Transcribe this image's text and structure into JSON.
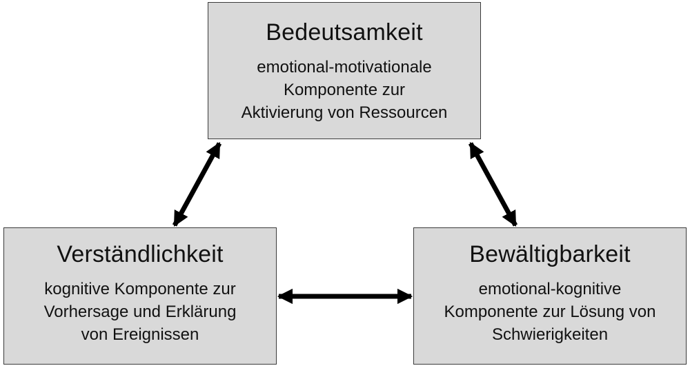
{
  "diagram": {
    "nodes": {
      "top": {
        "title": "Bedeutsamkeit",
        "lines": [
          "emotional-motivationale",
          "Komponente zur",
          "Aktivierung von Ressourcen"
        ]
      },
      "left": {
        "title": "Verständlichkeit",
        "lines": [
          "kognitive Komponente zur",
          "Vorhersage und Erklärung",
          "von Ereignissen"
        ]
      },
      "right": {
        "title": "Bewältigbarkeit",
        "lines": [
          "emotional-kognitive",
          "Komponente zur Lösung von",
          "Schwierigkeiten"
        ]
      }
    },
    "edges": [
      {
        "from": "top",
        "to": "left",
        "type": "bidirectional"
      },
      {
        "from": "top",
        "to": "right",
        "type": "bidirectional"
      },
      {
        "from": "left",
        "to": "right",
        "type": "bidirectional"
      }
    ],
    "colors": {
      "box_fill": "#d9d9d9",
      "box_border": "#3a3a3a",
      "arrow": "#000000"
    }
  }
}
